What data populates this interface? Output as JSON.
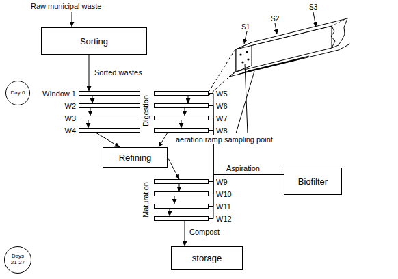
{
  "diagram": {
    "nodes": [
      {
        "text": [
          "Sorting"
        ]
      },
      {
        "text": [
          "Day 0"
        ]
      },
      {
        "text": [
          "WIndow 1"
        ]
      },
      {
        "text": [
          "W2"
        ]
      },
      {
        "text": [
          "W3"
        ]
      },
      {
        "text": [
          "W4"
        ]
      },
      {
        "text": [
          "W5"
        ]
      },
      {
        "text": [
          "W6"
        ]
      },
      {
        "text": [
          "W7"
        ]
      },
      {
        "text": [
          "W8"
        ]
      },
      {
        "text": [
          "Refining"
        ]
      },
      {
        "text": [
          "W9"
        ]
      },
      {
        "text": [
          "W10"
        ]
      },
      {
        "text": [
          "W11"
        ]
      },
      {
        "text": [
          "W12"
        ]
      },
      {
        "text": [
          "Days 21-27"
        ]
      },
      {
        "text": [
          "Biofilter"
        ]
      },
      {
        "text": [
          "storage"
        ]
      }
    ],
    "edges": [
      {
        "from": 0,
        "to": 2,
        "label": "Sorted wastes",
        "arrow": "to"
      },
      {
        "from": 2,
        "to": 3,
        "arrow": "to"
      },
      {
        "from": 3,
        "to": 4,
        "arrow": "to"
      },
      {
        "from": 4,
        "to": 5,
        "arrow": "to"
      },
      {
        "from": 6,
        "to": 7,
        "arrow": "to"
      },
      {
        "from": 7,
        "to": 8,
        "arrow": "to"
      },
      {
        "from": 8,
        "to": 9,
        "arrow": "to"
      },
      {
        "from": 5,
        "to": 10,
        "arrow": "to"
      },
      {
        "from": 9,
        "to": 10,
        "arrow": "to"
      },
      {
        "from": 10,
        "to": 11,
        "arrow": "to"
      },
      {
        "from": 11,
        "to": 12,
        "arrow": "to"
      },
      {
        "from": 12,
        "to": 13,
        "arrow": "to"
      },
      {
        "from": 13,
        "to": 14,
        "arrow": "to"
      },
      {
        "from": 14,
        "to": 17,
        "label": "Compost",
        "arrow": "to"
      },
      {
        "from": 6,
        "to": 16,
        "arrow": "none"
      },
      {
        "from": 7,
        "to": 16,
        "arrow": "none"
      },
      {
        "from": 8,
        "to": 16,
        "arrow": "none"
      },
      {
        "from": 9,
        "to": 16,
        "arrow": "none"
      },
      {
        "from": 11,
        "to": 16,
        "label": "Aspiration",
        "arrow": "none"
      },
      {
        "from": 12,
        "to": 16,
        "arrow": "none"
      },
      {
        "from": 13,
        "to": 16,
        "arrow": "none"
      },
      {
        "from": 14,
        "to": 16,
        "arrow": "none"
      }
    ],
    "labels": [
      "Raw municipal waste",
      "Digestion",
      "Maturation",
      "S1",
      "S2",
      "S3",
      "aeration ramp sampling point"
    ]
  }
}
